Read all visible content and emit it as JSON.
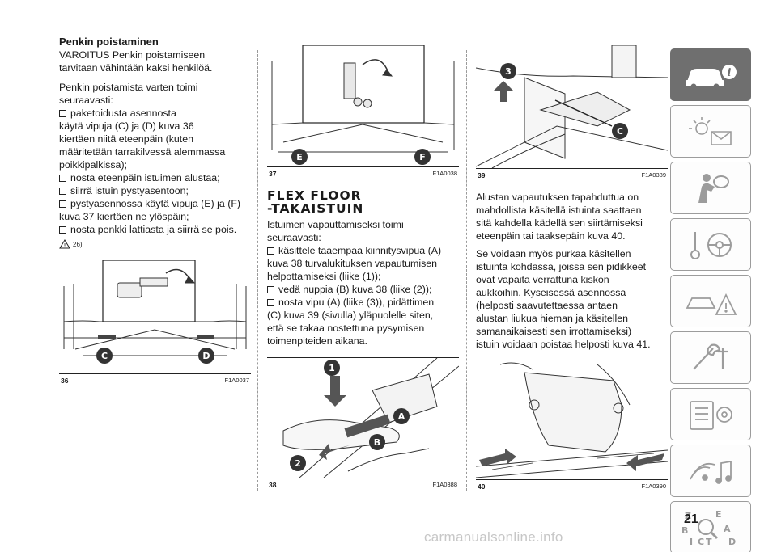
{
  "left": {
    "heading": "Penkin poistaminen",
    "warning_lines": [
      "VAROITUS Penkin poistamiseen",
      "tarvitaan vähintään kaksi henkilöä."
    ],
    "intro": [
      "Penkin poistamista varten toimi",
      "seuraavasti:"
    ],
    "steps": [
      [
        "paketoidusta asennosta",
        "käytä vipuja (C) ja (D) kuva 36",
        "kiertäen niitä eteenpäin (kuten",
        "määritetään tarrakilvessä alemmassa",
        "poikkipalkissa);"
      ],
      [
        "nosta eteenpäin istuimen alustaa;"
      ],
      [
        "siirrä istuin pystyasentoon;"
      ],
      [
        "pystyasennossa käytä vipuja (E) ja (F)",
        "kuva 37 kiertäen ne ylöspäin;"
      ],
      [
        "nosta penkki lattiasta ja siirrä se pois."
      ]
    ],
    "warning_ref": "26)",
    "figure": {
      "number": "36",
      "code": "F1A0037",
      "labels": [
        "C",
        "D"
      ]
    }
  },
  "middle": {
    "figure_top": {
      "number": "37",
      "code": "F1A0038",
      "labels": [
        "E",
        "F"
      ]
    },
    "heading_lines": [
      "FLEX FLOOR",
      "-TAKAISTUIN"
    ],
    "intro": [
      "Istuimen vapauttamiseksi toimi",
      "seuraavasti:"
    ],
    "steps": [
      [
        "käsittele taaempaa kiinnitysvipua (A)",
        "kuva 38 turvalukituksen vapautumisen",
        "helpottamiseksi (liike (1));"
      ],
      [
        "vedä nuppia (B) kuva 38 (liike (2));"
      ],
      [
        "nosta vipu (A) (liike (3)), pidättimen",
        "(C) kuva 39 (sivulla) yläpuolelle siten,",
        "että se takaa nostettuna pysymisen",
        "toimenpiteiden aikana."
      ]
    ],
    "figure_bottom": {
      "number": "38",
      "code": "F1A0388",
      "labels": [
        "1",
        "A",
        "B",
        "2"
      ]
    }
  },
  "right": {
    "figure_top": {
      "number": "39",
      "code": "F1A0389",
      "labels": [
        "3",
        "C"
      ]
    },
    "para1": [
      "Alustan vapautuksen tapahduttua on",
      "mahdollista käsitellä istuinta saattaen",
      "sitä kahdella kädellä sen siirtämiseksi",
      "eteenpäin tai taaksepäin kuva 40."
    ],
    "para2": [
      "Se voidaan myös purkaa käsitellen",
      "istuinta kohdassa, joissa sen pidikkeet",
      "ovat vapaita verrattuna kiskon",
      "aukkoihin. Kyseisessä asennossa",
      "(helposti saavutettaessa antaen",
      "alustan liukua hieman ja käsitellen",
      "samanaikaisesti sen irrottamiseksi)",
      "istuin voidaan poistaa helposti kuva 41."
    ],
    "figure_bottom": {
      "number": "40",
      "code": "F1A0390"
    }
  },
  "sidebar": {
    "tabs": [
      {
        "icon": "car-info-icon",
        "active": true
      },
      {
        "icon": "dashboard-lights-icon",
        "active": false
      },
      {
        "icon": "airbag-safety-icon",
        "active": false
      },
      {
        "icon": "key-steering-icon",
        "active": false
      },
      {
        "icon": "warning-triangle-icon",
        "active": false
      },
      {
        "icon": "tools-icon",
        "active": false
      },
      {
        "icon": "maintenance-list-icon",
        "active": false
      },
      {
        "icon": "multimedia-icon",
        "active": false
      },
      {
        "icon": "index-search-icon",
        "active": false
      }
    ],
    "index_letters": [
      "Z",
      "E",
      "B",
      "A",
      "I",
      "C",
      "T",
      "D"
    ]
  },
  "page_number": "21",
  "watermark": "carmanualsonline.info"
}
